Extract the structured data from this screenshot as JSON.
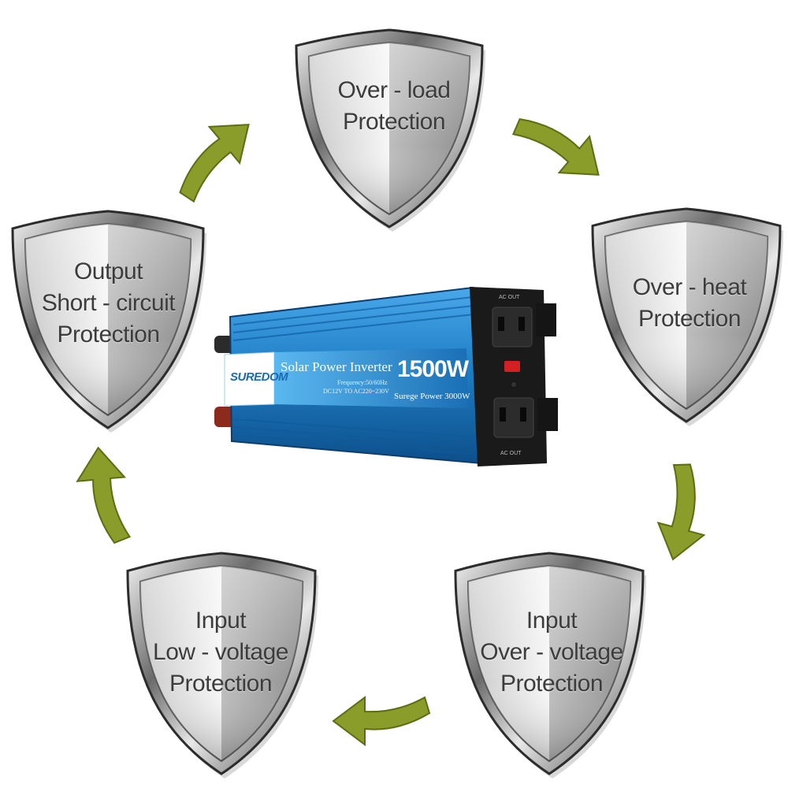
{
  "colors": {
    "arrow_fill": "#8a9c2a",
    "arrow_stroke": "#5e6c12",
    "inverter_blue": "#1f7fc6",
    "shield_metal": "#b9b9b9",
    "text": "#3c3c3c"
  },
  "shields": [
    {
      "id": "over-load",
      "lines": [
        "Over - load",
        "Protection"
      ]
    },
    {
      "id": "over-heat",
      "lines": [
        "Over - heat",
        "Protection"
      ]
    },
    {
      "id": "input-over-voltage",
      "lines": [
        "Input",
        "Over - voltage",
        "Protection"
      ]
    },
    {
      "id": "input-low-voltage",
      "lines": [
        "Input",
        "Low - voltage",
        "Protection"
      ]
    },
    {
      "id": "output-short-circuit",
      "lines": [
        "Output",
        "Short - circuit",
        "Protection"
      ]
    }
  ],
  "arrows": [
    {
      "id": "output-short-circuit-to-over-load",
      "icon": "curved-arrow"
    },
    {
      "id": "over-load-to-over-heat",
      "icon": "curved-arrow"
    },
    {
      "id": "over-heat-to-input-over-voltage",
      "icon": "curved-arrow"
    },
    {
      "id": "input-over-voltage-to-input-low-voltage",
      "icon": "curved-arrow"
    },
    {
      "id": "input-low-voltage-to-output-short-circuit",
      "icon": "curved-arrow"
    }
  ],
  "inverter": {
    "brand": "SUREDOM",
    "product_name": "Solar Power Inverter",
    "power_rating": "1500W",
    "surge": "Surege Power 3000W",
    "frequency": "Frequency:50/60Hz",
    "voltage": "DC12V TO AC220~230V",
    "end_label_top": "AC OUT",
    "end_label_bottom": "AC OUT"
  }
}
